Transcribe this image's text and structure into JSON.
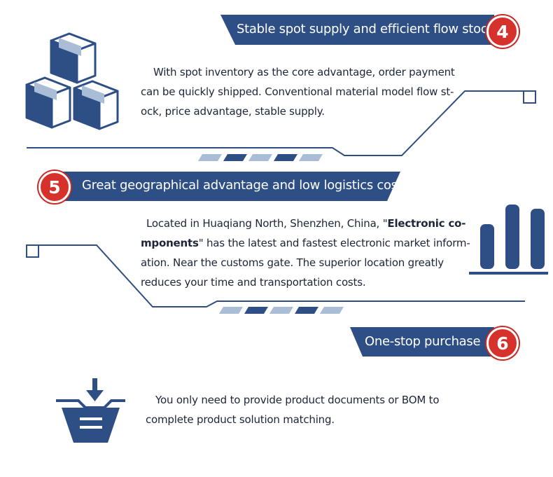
{
  "colors": {
    "navy": "#2e4f86",
    "light_blue": "#a9bdd6",
    "badge_red": "#d6322b",
    "line_blue": "#2f4f82"
  },
  "section4": {
    "title": "Stable spot supply and efficient flow stock",
    "number": "4",
    "icon": "boxes-icon",
    "lines": [
      "With spot inventory as the core advantage, order payment",
      "can be quickly shipped. Conventional material model flow st-",
      "ock, price advantage, stable supply."
    ]
  },
  "section5": {
    "title": "Great geographical advantage and low logistics cost",
    "number": "5",
    "icon": "bar-chart-icon",
    "line1_prefix": "Located in Huaqiang North, Shenzhen, China, \"",
    "line1_bold": "Electronic co-",
    "line2_bold": "mponents",
    "line2_suffix": "\" has the latest and fastest electronic market inform-",
    "line3": "ation. Near the customs gate. The superior location greatly",
    "line4": "reduces your time and transportation costs."
  },
  "section6": {
    "title": "One-stop purchase",
    "number": "6",
    "icon": "inbox-download-icon",
    "lines": [
      "You only need to provide product documents or BOM to",
      "complete product solution matching."
    ]
  }
}
